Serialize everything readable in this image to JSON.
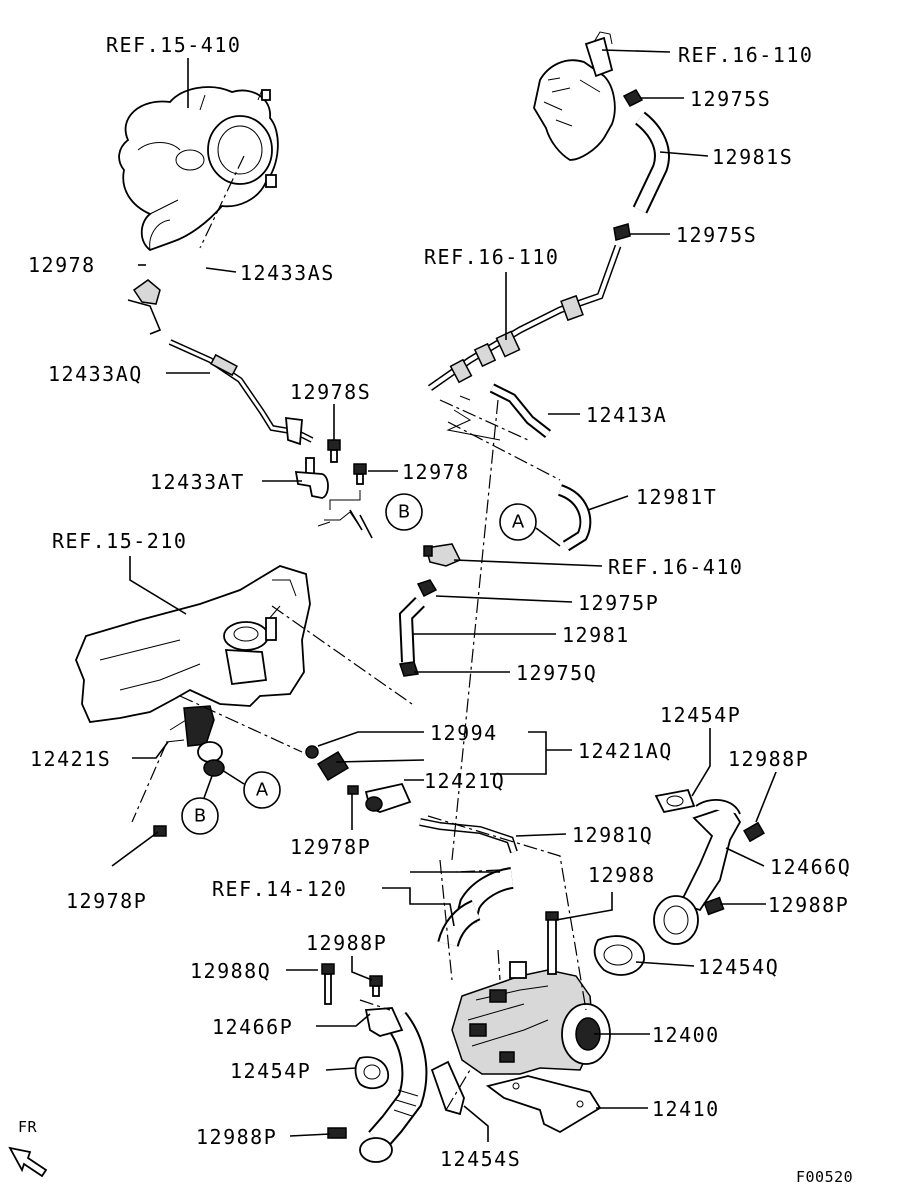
{
  "diagram": {
    "code": "F00520",
    "direction": "FR",
    "refs": {
      "turbo": "REF.15-410",
      "vacuum_top": "REF.16-110",
      "vacuum_pipe": "REF.16-110",
      "solenoid": "REF.16-410",
      "intake_manifold": "REF.15-210",
      "hose_ref": "REF.14-120"
    },
    "parts": {
      "p12978_top": "12978",
      "p12433AS": "12433AS",
      "p12433AQ": "12433AQ",
      "p12978S": "12978S",
      "p12433AT": "12433AT",
      "p12978_mid": "12978",
      "p12975S_a": "12975S",
      "p12981S": "12981S",
      "p12975S_b": "12975S",
      "p12413A": "12413A",
      "p12981T": "12981T",
      "p12975P": "12975P",
      "p12981": "12981",
      "p12975Q": "12975Q",
      "p12454P_r": "12454P",
      "p12994": "12994",
      "p12421AQ": "12421AQ",
      "p12988P_r": "12988P",
      "p12421S": "12421S",
      "p12421Q": "12421Q",
      "p12978P_a": "12978P",
      "p12981Q": "12981Q",
      "p12466Q": "12466Q",
      "p12978P_b": "12978P",
      "p12988": "12988",
      "p12988P_r2": "12988P",
      "p12988P_l": "12988P",
      "p12454Q": "12454Q",
      "p12988Q": "12988Q",
      "p12400": "12400",
      "p12466P": "12466P",
      "p12454P_l": "12454P",
      "p12410": "12410",
      "p12988P_b": "12988P",
      "p12454S": "12454S"
    },
    "callouts": {
      "A_upper": "A",
      "B_upper": "B",
      "A_lower": "A",
      "B_lower": "B"
    }
  }
}
